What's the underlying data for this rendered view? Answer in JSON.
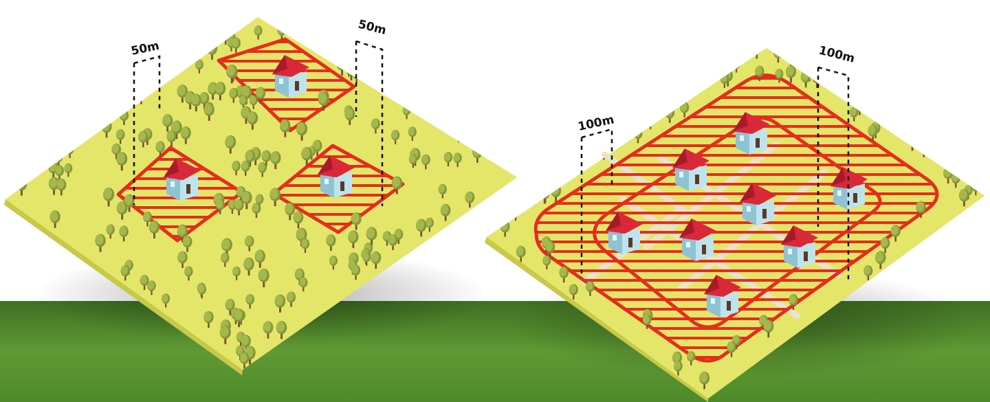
{
  "colors": {
    "background": "#ffffff",
    "ground_dark": "#3f6f22",
    "ground_light": "#5f9a34",
    "plot": "#e4e66a",
    "plot_edge": "#d3d552",
    "buffer": "#e52d1c",
    "roof": "#d8283a",
    "roof_dark": "#a81a2a",
    "wall": "#bfe3ee",
    "wall_dark": "#8ec3d3",
    "door": "#5a3a25",
    "tree_canopy": "#a6b84c",
    "tree_canopy_dark": "#83973a",
    "tree_trunk": "#7a5230",
    "road": "#e9e4c8",
    "measure_line": "#111111"
  },
  "left_diagram": {
    "label_a": "50m",
    "label_b": "50m",
    "house_count": 3
  },
  "right_diagram": {
    "label_a": "100m",
    "label_b": "100m",
    "house_count": 8
  }
}
